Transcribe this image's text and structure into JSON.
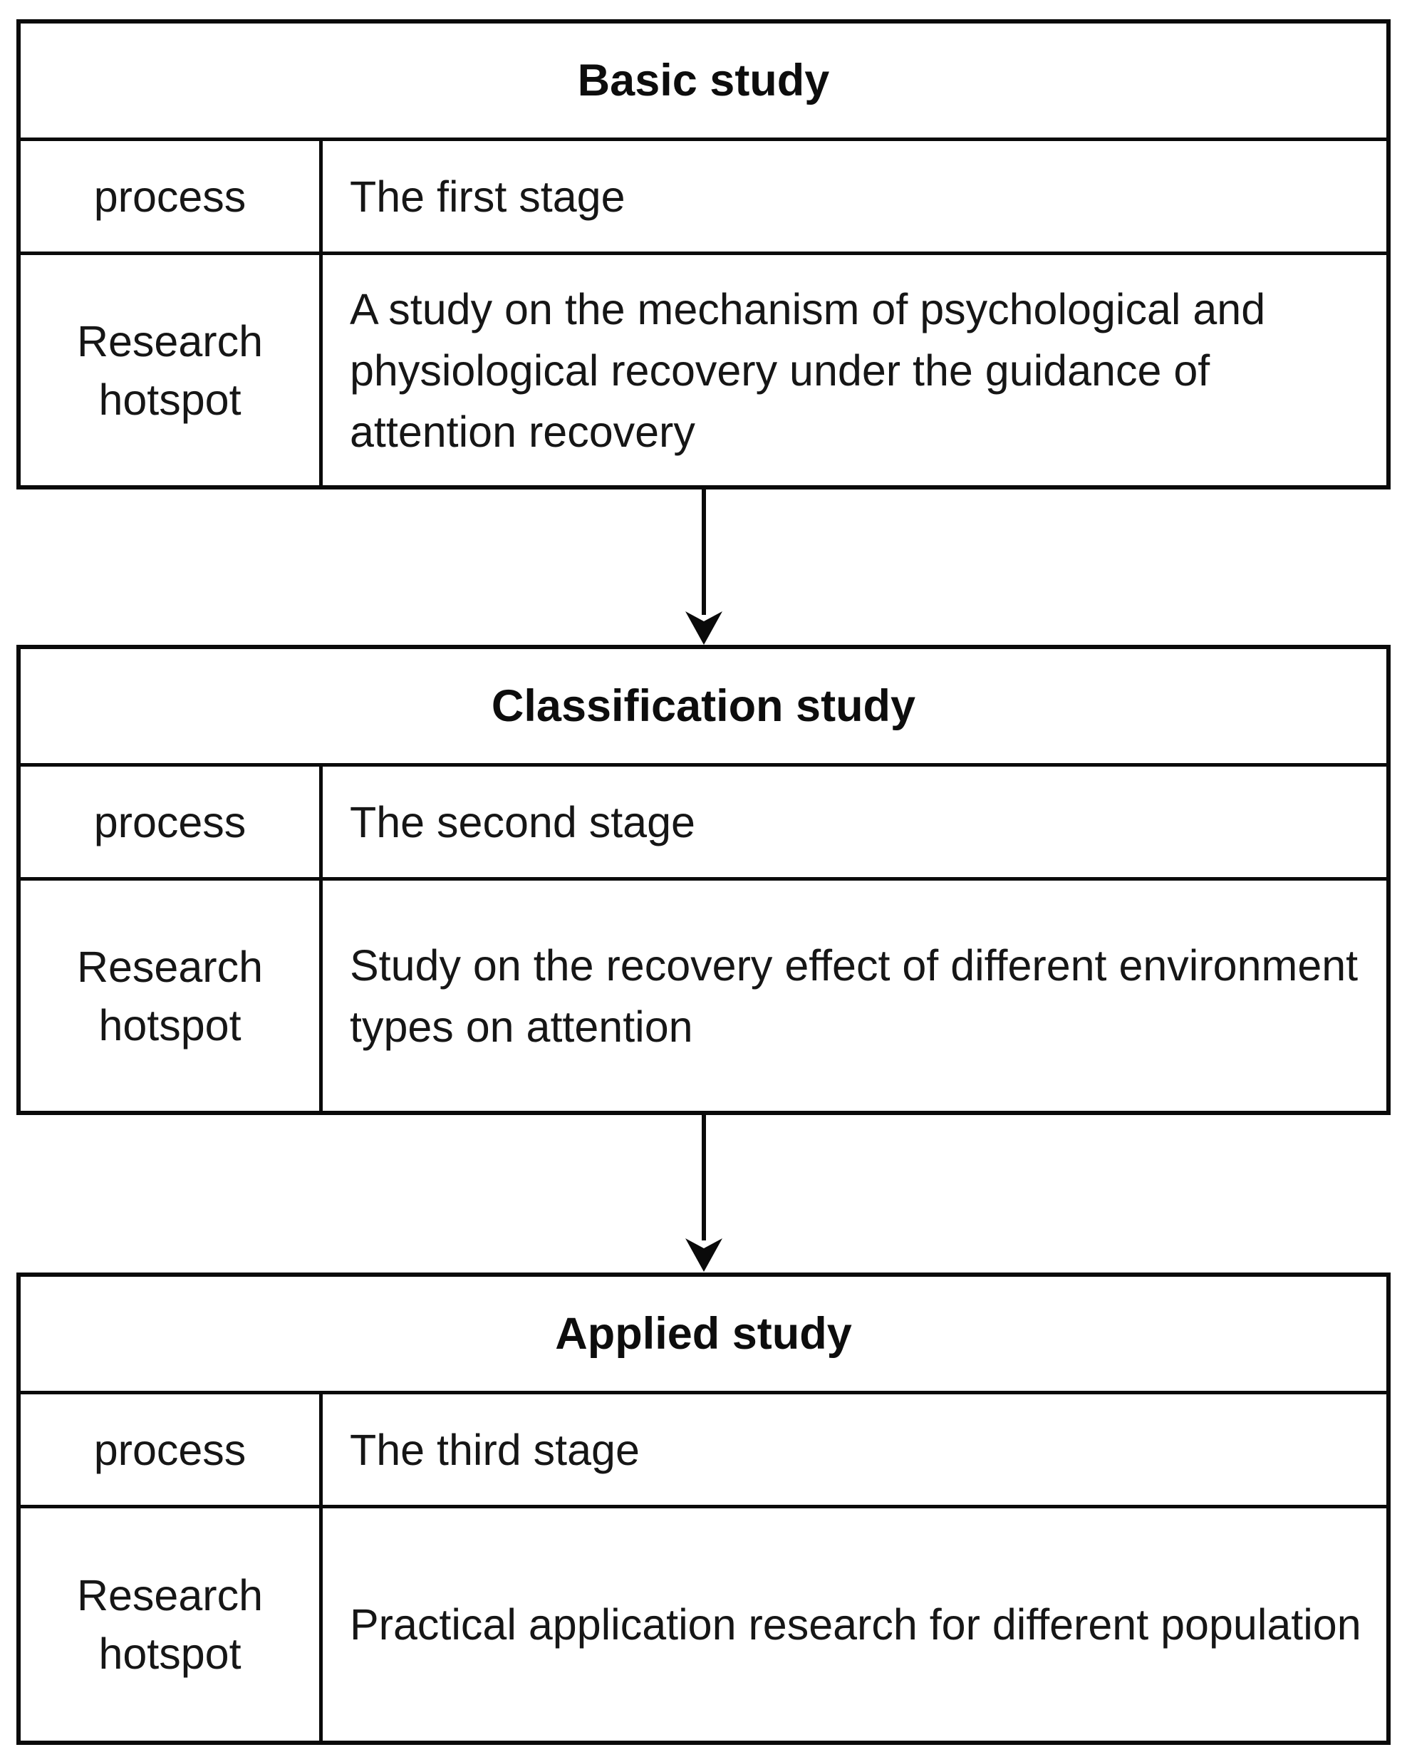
{
  "diagram": {
    "background": "#ffffff",
    "line_color": "#0a0a0a",
    "text_color": "#161616",
    "tables": [
      {
        "title": "Basic study",
        "rows": [
          {
            "label": "process",
            "value": "The first stage"
          },
          {
            "label": "Research hotspot",
            "value": "A study on the mechanism of psychological and physiological recovery under the guidance of attention recovery"
          }
        ]
      },
      {
        "title": "Classification study",
        "rows": [
          {
            "label": "process",
            "value": "The second stage"
          },
          {
            "label": "Research hotspot",
            "value": "Study on the recovery effect of different environment types on attention"
          }
        ]
      },
      {
        "title": "Applied study",
        "rows": [
          {
            "label": "process",
            "value": "The third stage"
          },
          {
            "label": "Research hotspot",
            "value": "Practical application research for different population"
          }
        ]
      }
    ]
  }
}
